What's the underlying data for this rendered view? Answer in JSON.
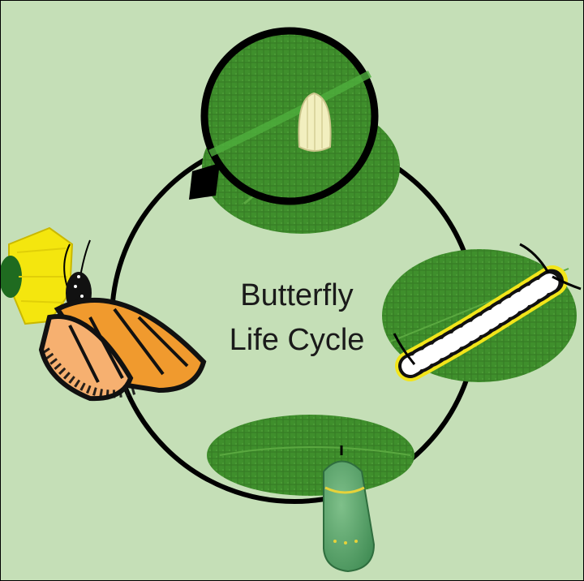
{
  "title": {
    "line1": "Butterfly",
    "line2": "Life Cycle"
  },
  "colors": {
    "background": "#c5dfb7",
    "cycle_ring": "#000000",
    "leaf": "#3f8f2c",
    "egg": "#f2efbf",
    "chrysalis": "#5aa56a",
    "caterpillar_yellow": "#f2e51a",
    "butterfly_orange": "#f0922a",
    "flower": "#f4e60e"
  },
  "stages": [
    {
      "id": "egg",
      "icon": "egg-on-leaf-icon"
    },
    {
      "id": "caterpillar",
      "icon": "caterpillar-on-leaf-icon"
    },
    {
      "id": "chrysalis",
      "icon": "chrysalis-on-leaf-icon"
    },
    {
      "id": "butterfly",
      "icon": "butterfly-on-flower-icon"
    }
  ]
}
